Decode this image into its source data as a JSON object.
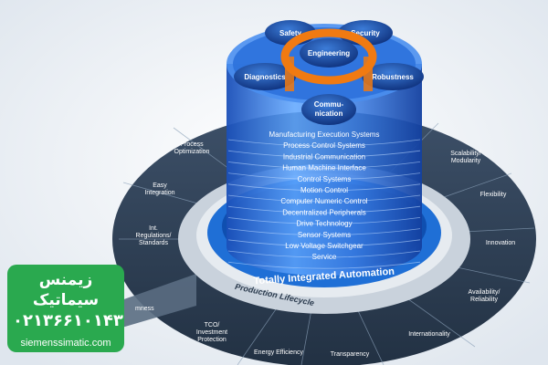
{
  "inner_ring": {
    "title": "Totally Integrated Automation",
    "lifecycle": "Production Lifecycle"
  },
  "outer_ring": {
    "left": [
      "Process Optimization",
      "Easy Integration",
      "Int. Regulations/ Standards",
      "mness"
    ],
    "right": [
      "Scalability/ Modularity",
      "Flexibility",
      "Innovation",
      "Availability/ Reliability",
      "Internationality"
    ],
    "bottom": [
      "TCO/ Investment Protection",
      "Energy Efficiency",
      "Transparency"
    ]
  },
  "layers": [
    "Manufacturing Execution Systems",
    "Process Control Systems",
    "Industrial Communication",
    "Human Machine Interface",
    "Control Systems",
    "Motion Control",
    "Computer Numeric Control",
    "Decentralized Peripherals",
    "Drive Technology",
    "Sensor Systems",
    "Low Voltage Switchgear",
    "Service"
  ],
  "discs": {
    "safety": "Safety",
    "security": "Security",
    "engineering": "Engineering",
    "diagnostics": "Diagnostics",
    "robustness": "Robustness",
    "communication_1": "Commu-",
    "communication_2": "nication"
  },
  "brand": {
    "name": "زیمنس سیماتیک",
    "phone": "۰۲۱۳۶۶۱۰۱۴۳",
    "site": "siemenssimatic.com"
  },
  "colors": {
    "accent_blue": "#1f6fd6",
    "ring_dark": "#2f3f52",
    "engineering_orange": "#f07a12",
    "brand_green": "#2aa94f"
  }
}
